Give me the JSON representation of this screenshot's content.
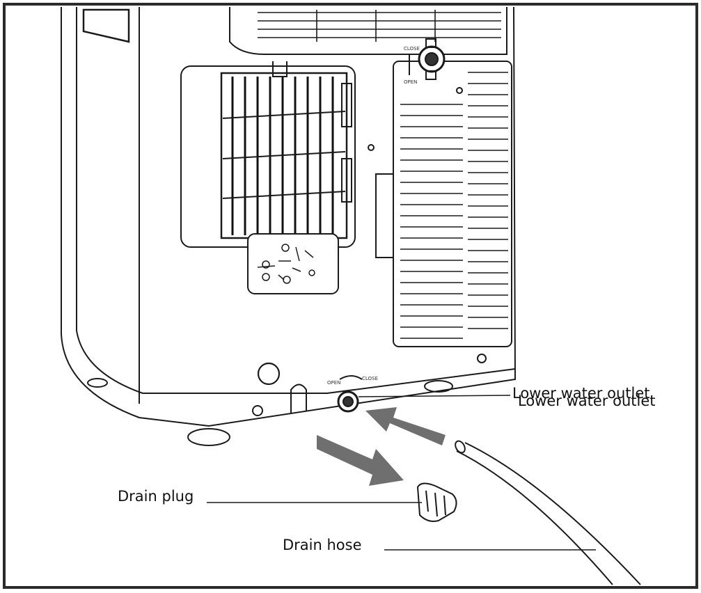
{
  "labels": {
    "lower_water_outlet": "Lower water outlet",
    "lower_water_outlet_dup": "Lower water outlet",
    "drain_plug": "Drain plug",
    "drain_hose": "Drain hose"
  },
  "valve_markings": {
    "top_close": "CLOSE",
    "top_open": "OPEN",
    "bottom_open": "OPEN",
    "bottom_close": "CLOSE"
  },
  "colors": {
    "line": "#1a1a1a",
    "arrow": "#6f6f6f",
    "frame": "#2b2b2b"
  }
}
